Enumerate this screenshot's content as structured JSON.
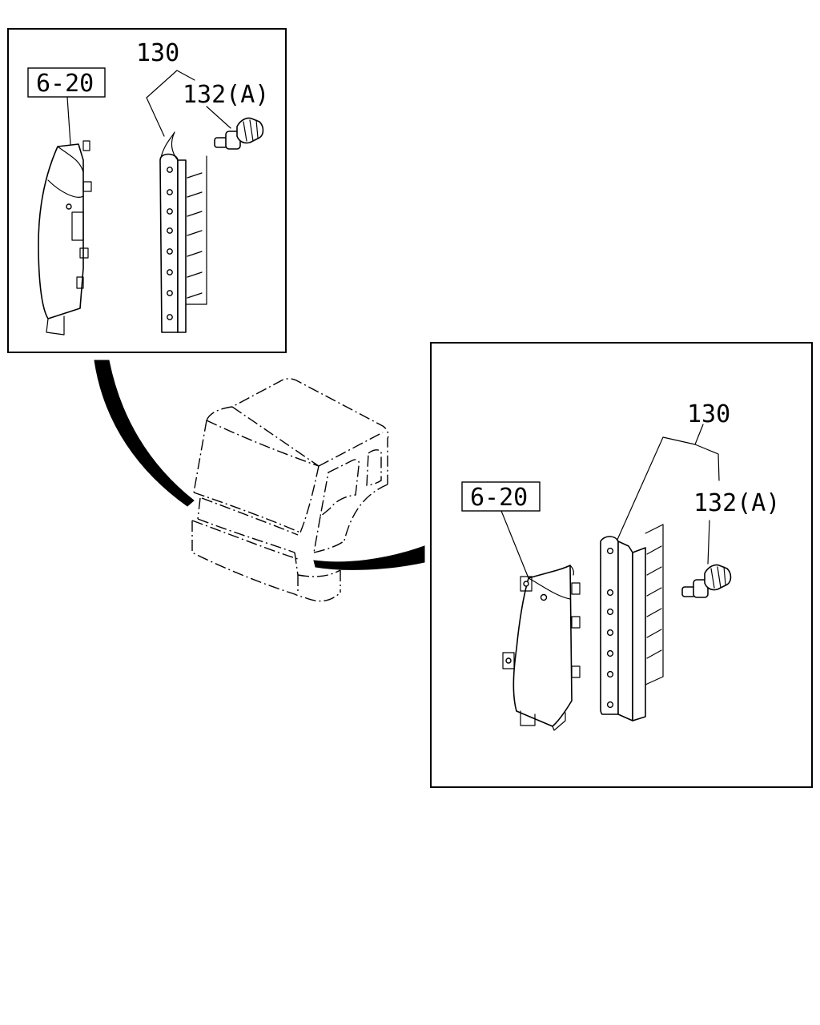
{
  "detail_left": {
    "ref_label": "6-20",
    "part_assembly": "130",
    "part_clip": "132(A)"
  },
  "detail_right": {
    "ref_label": "6-20",
    "part_assembly": "130",
    "part_clip": "132(A)"
  }
}
